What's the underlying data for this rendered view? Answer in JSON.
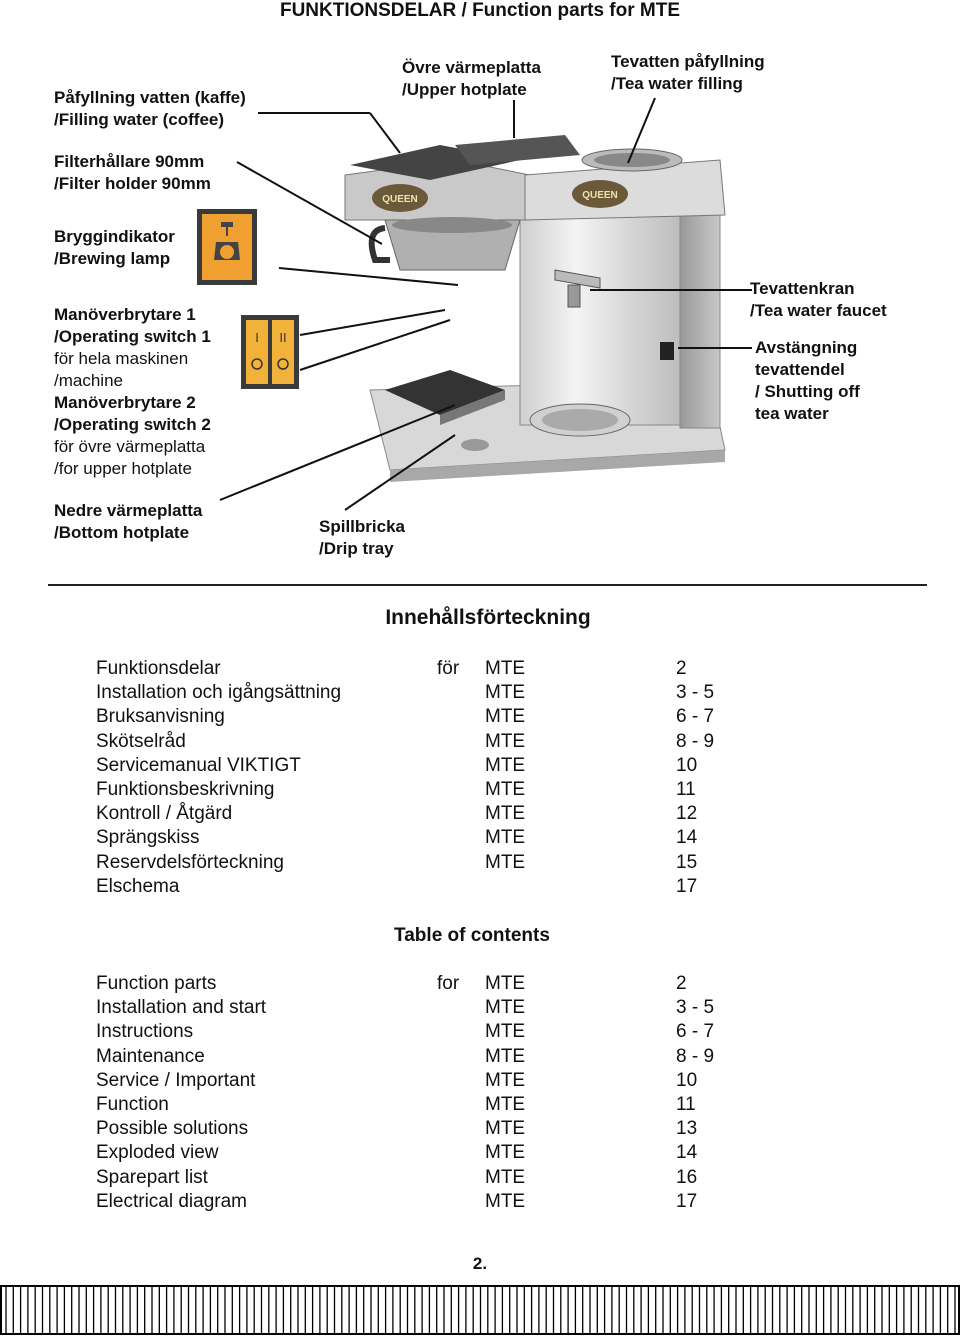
{
  "title": "FUNKTIONSDELAR / Function parts for MTE",
  "labels": {
    "filling_water": [
      "Påfyllning vatten (kaffe)",
      "/Filling water (coffee)"
    ],
    "filter_holder": [
      "Filterhållare 90mm",
      "/Filter holder 90mm"
    ],
    "brewing_lamp": [
      "Bryggindikator",
      "/Brewing lamp"
    ],
    "switch1": [
      "Manöverbrytare 1",
      "/Operating switch 1"
    ],
    "switch1_desc": [
      "för hela maskinen",
      "/machine"
    ],
    "switch2": [
      "Manöverbrytare 2",
      "/Operating switch 2"
    ],
    "switch2_desc": [
      "för övre värmeplatta",
      "/for upper hotplate"
    ],
    "bottom_hotplate": [
      "Nedre värmeplatta",
      "/Bottom hotplate"
    ],
    "drip_tray": [
      "Spillbricka",
      "/Drip tray"
    ],
    "upper_hotplate": [
      "Övre värmeplatta",
      "/Upper hotplate"
    ],
    "tea_filling": [
      "Tevatten påfyllning",
      "/Tea water filling"
    ],
    "tea_faucet": [
      "Tevattenkran",
      "/Tea water faucet"
    ],
    "shutting_off": [
      "Avstängning",
      "tevattendel",
      "/ Shutting off",
      "tea water"
    ]
  },
  "machine": {
    "brand_left": "QUEEN",
    "brand_right": "QUEEN",
    "switch_marks": [
      "I",
      "II"
    ]
  },
  "toc_sv": {
    "heading": "Innehållsförteckning",
    "rows": [
      [
        "Funktionsdelar",
        "för",
        "MTE",
        "2"
      ],
      [
        "Installation och igångsättning",
        "",
        "MTE",
        "3 - 5"
      ],
      [
        "Bruksanvisning",
        "",
        "MTE",
        "6 - 7"
      ],
      [
        "Skötselråd",
        "",
        "MTE",
        "8 - 9"
      ],
      [
        "Servicemanual VIKTIGT",
        "",
        "MTE",
        "10"
      ],
      [
        "Funktionsbeskrivning",
        "",
        "MTE",
        "11"
      ],
      [
        "Kontroll / Åtgärd",
        "",
        "MTE",
        "12"
      ],
      [
        "Sprängskiss",
        "",
        "MTE",
        "14"
      ],
      [
        "Reservdelsförteckning",
        "",
        "MTE",
        "15"
      ],
      [
        "Elschema",
        "",
        "",
        "17"
      ]
    ]
  },
  "toc_en": {
    "heading": "Table of contents",
    "rows": [
      [
        "Function parts",
        "for",
        "MTE",
        "2"
      ],
      [
        "Installation and start",
        "",
        "MTE",
        "3 - 5"
      ],
      [
        "Instructions",
        "",
        "MTE",
        "6 - 7"
      ],
      [
        "Maintenance",
        "",
        "MTE",
        "8 - 9"
      ],
      [
        "Service / Important",
        "",
        "MTE",
        "10"
      ],
      [
        "Function",
        "",
        "MTE",
        "11"
      ],
      [
        "Possible solutions",
        "",
        "MTE",
        "13"
      ],
      [
        "Exploded view",
        "",
        "MTE",
        "14"
      ],
      [
        "Sparepart list",
        "",
        "MTE",
        "16"
      ],
      [
        "Electrical diagram",
        "",
        "MTE",
        "17"
      ]
    ]
  },
  "page_number": "2.",
  "colors": {
    "lamp": "#f0a030",
    "switch": "#f2b23a",
    "rule": "#222222"
  }
}
